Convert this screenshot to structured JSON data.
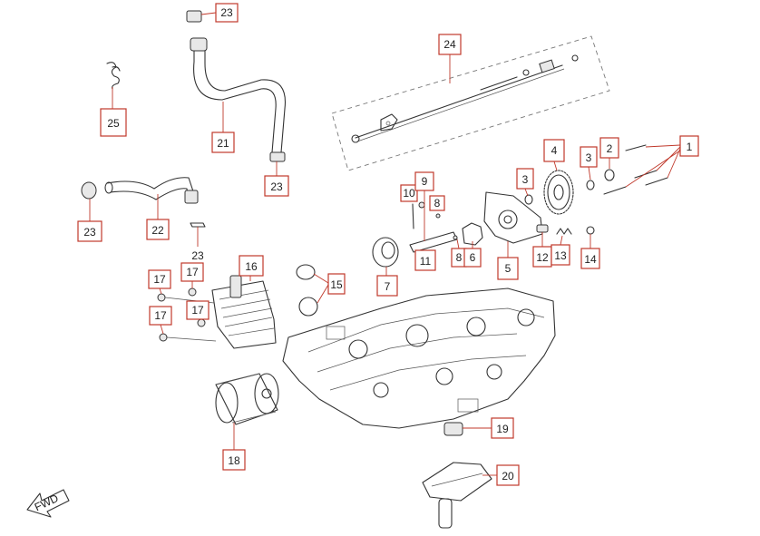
{
  "diagram": {
    "callouts": [
      {
        "id": "c1",
        "label": "1"
      },
      {
        "id": "c2",
        "label": "2"
      },
      {
        "id": "c3a",
        "label": "3"
      },
      {
        "id": "c3b",
        "label": "3"
      },
      {
        "id": "c4",
        "label": "4"
      },
      {
        "id": "c5",
        "label": "5"
      },
      {
        "id": "c6",
        "label": "6"
      },
      {
        "id": "c7",
        "label": "7"
      },
      {
        "id": "c8a",
        "label": "8"
      },
      {
        "id": "c8b",
        "label": "8"
      },
      {
        "id": "c9",
        "label": "9"
      },
      {
        "id": "c10",
        "label": "10"
      },
      {
        "id": "c11",
        "label": "11"
      },
      {
        "id": "c12",
        "label": "12"
      },
      {
        "id": "c13",
        "label": "13"
      },
      {
        "id": "c14",
        "label": "14"
      },
      {
        "id": "c15",
        "label": "15"
      },
      {
        "id": "c16",
        "label": "16"
      },
      {
        "id": "c17a",
        "label": "17"
      },
      {
        "id": "c17b",
        "label": "17"
      },
      {
        "id": "c17c",
        "label": "17"
      },
      {
        "id": "c17d",
        "label": "17"
      },
      {
        "id": "c18",
        "label": "18"
      },
      {
        "id": "c19",
        "label": "19"
      },
      {
        "id": "c20",
        "label": "20"
      },
      {
        "id": "c21",
        "label": "21"
      },
      {
        "id": "c22",
        "label": "22"
      },
      {
        "id": "c23a",
        "label": "23"
      },
      {
        "id": "c23b",
        "label": "23"
      },
      {
        "id": "c23c",
        "label": "23"
      },
      {
        "id": "c23d",
        "label": "23"
      },
      {
        "id": "c24",
        "label": "24"
      },
      {
        "id": "c25",
        "label": "25"
      }
    ],
    "fwd_label": "FWD",
    "callout_color": "#c0392b"
  }
}
